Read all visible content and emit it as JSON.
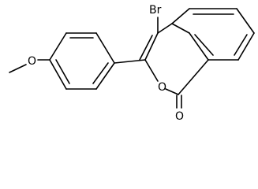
{
  "molecule": {
    "atom_labels": {
      "bromine": "Br",
      "ring_oxygen": "O",
      "carbonyl_oxygen": "O",
      "methoxy_oxygen": "O"
    }
  }
}
